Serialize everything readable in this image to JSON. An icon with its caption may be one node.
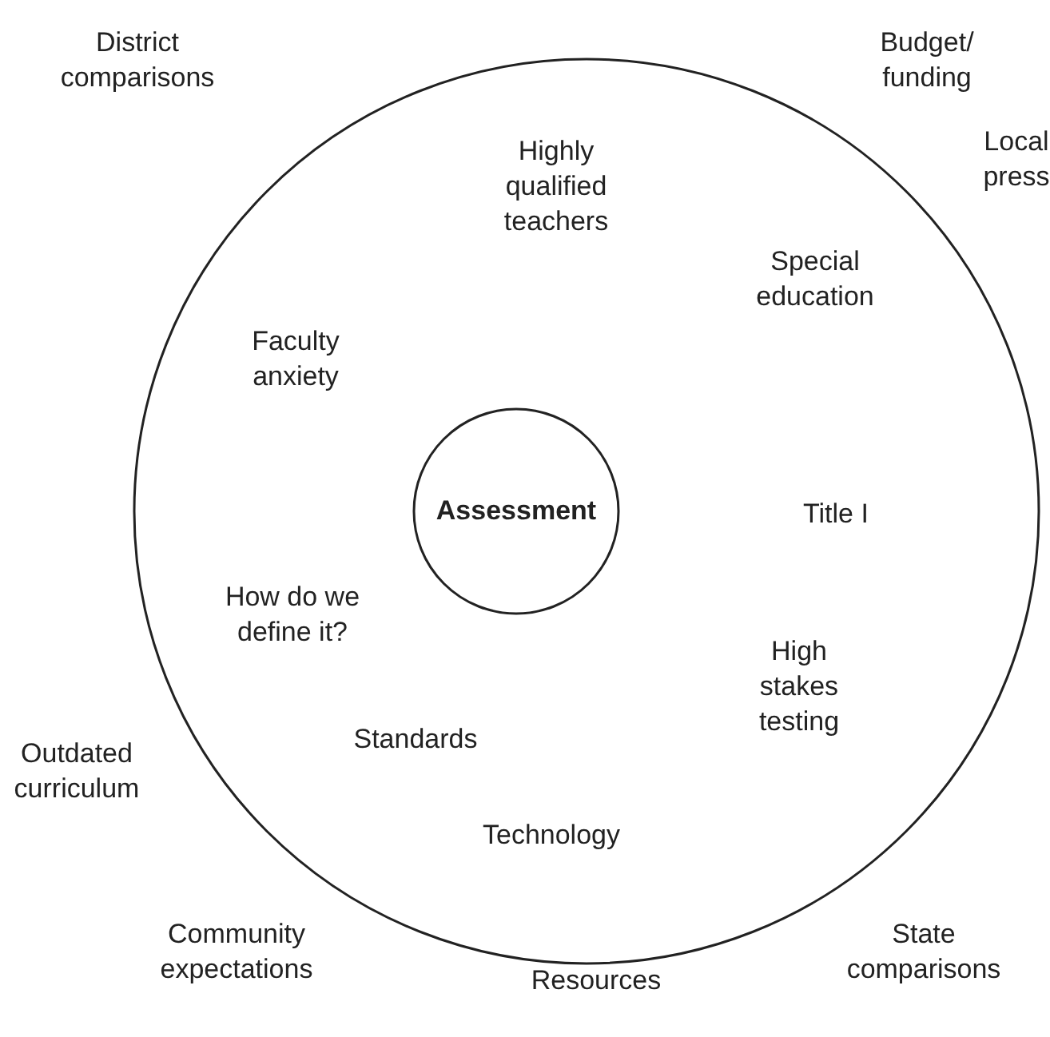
{
  "diagram": {
    "nodes": [
      {
        "text": [],
        "shape": "circle"
      },
      {
        "text": [
          "Assessment"
        ],
        "in": 0
      }
    ],
    "edges": [],
    "labels": [
      "District comparisons",
      "Budget/ funding",
      "Local press",
      "Highly qualified teachers",
      "Special education",
      "Faculty anxiety",
      "Title I",
      "How do we define it?",
      "High stakes testing",
      "Standards",
      "Outdated curriculum",
      "Technology",
      "Community expectations",
      "Resources",
      "State comparisons"
    ]
  }
}
